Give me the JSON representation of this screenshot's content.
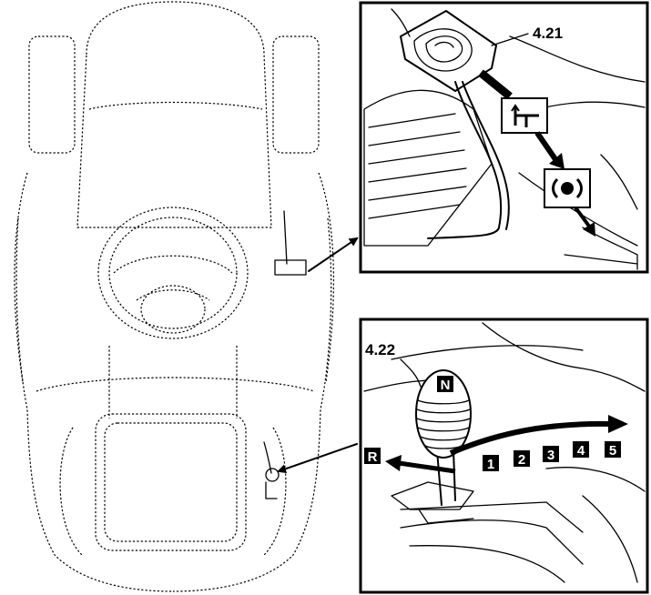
{
  "callouts": {
    "brake_pedal": "4.21",
    "gear_lever": "4.22"
  },
  "gears": {
    "neutral": "N",
    "reverse": "R",
    "forward": [
      "1",
      "2",
      "3",
      "4",
      "5"
    ]
  }
}
